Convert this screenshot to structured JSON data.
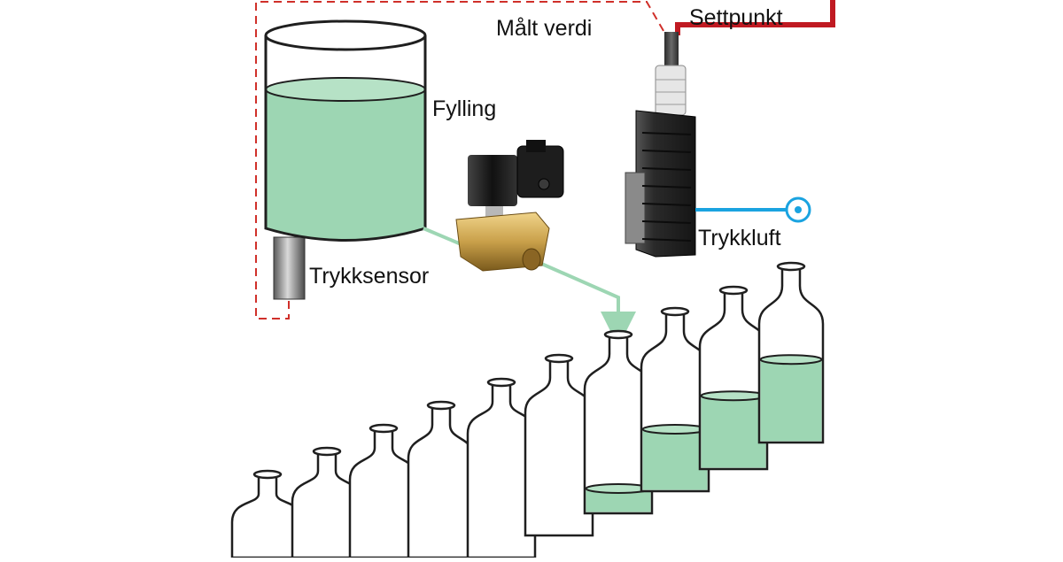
{
  "labels": {
    "fylling": "Fylling",
    "trykksensor": "Trykksensor",
    "maalt_verdi": "Målt verdi",
    "settpunkt": "Settpunkt",
    "trykkluft": "Trykkluft"
  },
  "colors": {
    "liquid": "#9dd6b3",
    "liquid_line": "#1f1f1f",
    "measured_dashed_line": "#d0302a",
    "setpoint_line": "#c01a22",
    "air_line": "#1aa3e0",
    "flow_line": "#9dd6b3",
    "valve_brass": "#c9a04a",
    "coil_black": "#1c1c1c",
    "regulator_body": "#2b2b2b",
    "sensor_grey": "#888888"
  },
  "bottles": [
    {
      "fill": 0
    },
    {
      "fill": 0
    },
    {
      "fill": 0
    },
    {
      "fill": 0
    },
    {
      "fill": 0
    },
    {
      "fill": 0
    },
    {
      "fill": 0.2
    },
    {
      "fill": 0.5
    },
    {
      "fill": 0.6
    },
    {
      "fill": 0.7
    }
  ],
  "tank_fill": 0.8
}
